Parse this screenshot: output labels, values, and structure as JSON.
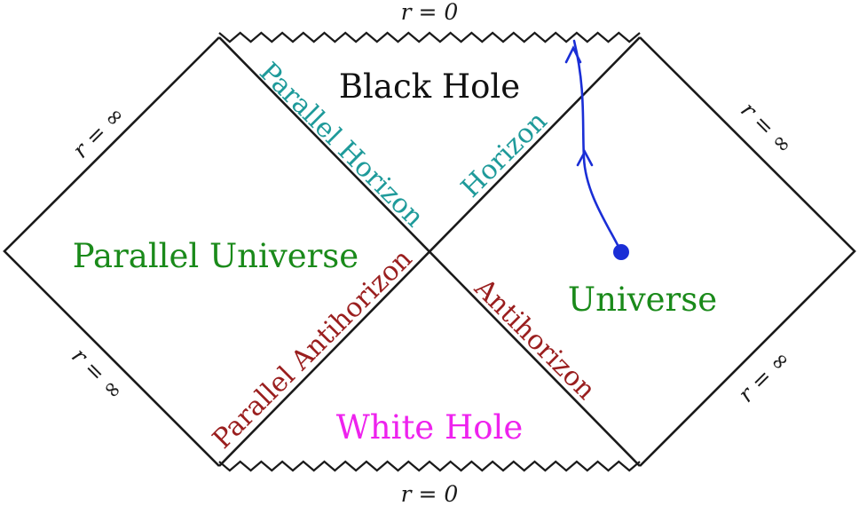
{
  "regions": {
    "black_hole": "Black Hole",
    "white_hole": "White Hole",
    "universe": "Universe",
    "parallel_universe": "Parallel Universe"
  },
  "horizons": {
    "horizon": "Horizon",
    "antihorizon": "Antihorizon",
    "parallel_horizon": "Parallel Horizon",
    "parallel_antihorizon": "Parallel Antihorizon"
  },
  "boundaries": {
    "singularity_top": "r = 0",
    "singularity_bottom": "r = 0",
    "infinity_upper_left": "r = ∞",
    "infinity_lower_left": "r = ∞",
    "infinity_upper_right": "r = ∞",
    "infinity_lower_right": "r = ∞"
  },
  "colors": {
    "lines": "#1a1a1a",
    "region_label": "#1a8a1a",
    "black_hole_label": "#111111",
    "white_hole_label": "#ee22ee",
    "horizon_label": "#1e9a9a",
    "antihorizon_label": "#9a1e1e",
    "worldline": "#1a2ed6"
  }
}
